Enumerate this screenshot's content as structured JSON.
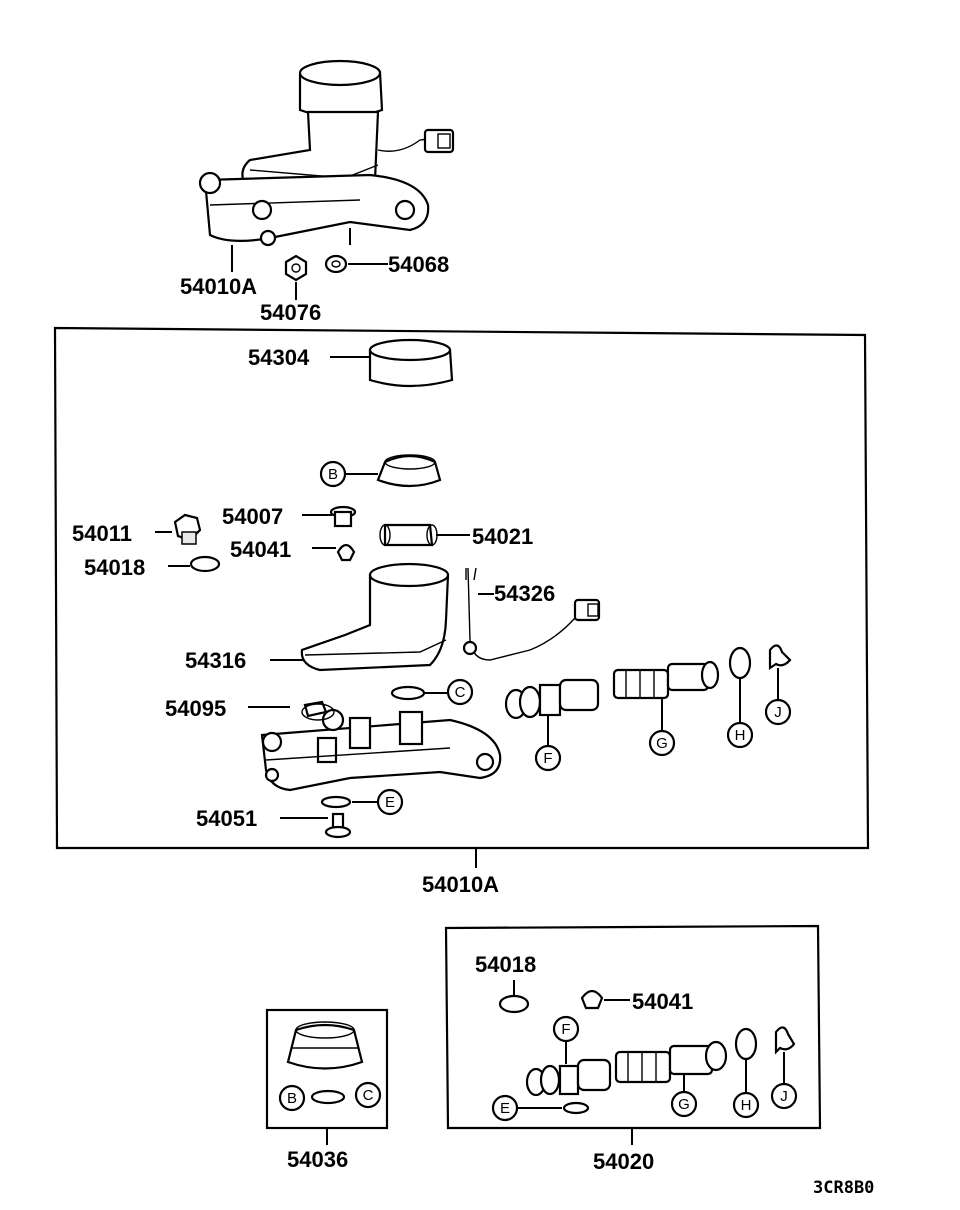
{
  "top_assembly": {
    "label_main": "54010A",
    "label_nut_a": "54076",
    "label_nut_b": "54068"
  },
  "main_box": {
    "footer_label": "54010A",
    "labels": {
      "cap": "54304",
      "bushing_screw": "54011",
      "gasket": "54018",
      "check_valve": "54007",
      "valve_seat": "54041",
      "strainer": "54021",
      "sensor": "54326",
      "reservoir": "54316",
      "connector": "54095",
      "bleeder": "54051"
    },
    "callouts": [
      "B",
      "C",
      "E",
      "F",
      "G",
      "H",
      "J"
    ]
  },
  "kit_54036": {
    "label": "54036",
    "callouts": [
      "B",
      "C"
    ]
  },
  "kit_54020": {
    "label": "54020",
    "label_gasket": "54018",
    "label_seat": "54041",
    "callouts": [
      "F",
      "E",
      "G",
      "H",
      "J"
    ]
  },
  "diagram_code": "3CR8B0"
}
